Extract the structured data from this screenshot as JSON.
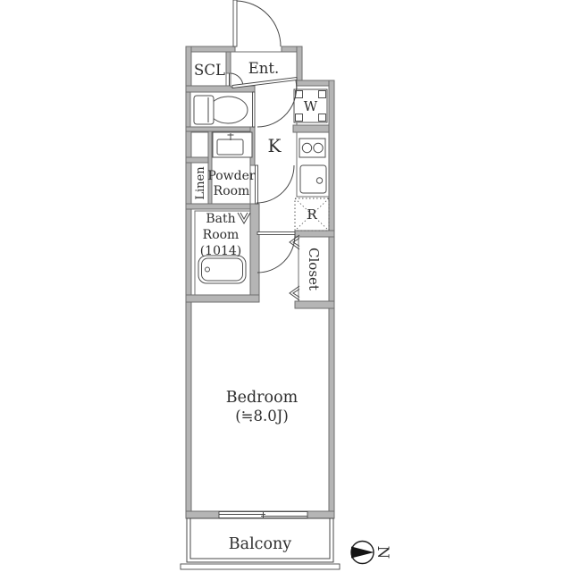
{
  "rooms": {
    "scl": {
      "label": "SCL"
    },
    "entrance": {
      "label": "Ent."
    },
    "kitchen": {
      "label": "K"
    },
    "washer_space": {
      "label": "W"
    },
    "refrigerator_space": {
      "label": "R"
    },
    "powder_room": {
      "line1": "Powder",
      "line2": "Room"
    },
    "linen": {
      "label": "Linen"
    },
    "bath_room": {
      "line1": "Bath",
      "line2": "Room",
      "line3": "(1014)"
    },
    "closet": {
      "label": "Closet"
    },
    "bedroom": {
      "name": "Bedroom",
      "size": "(≒8.0J)"
    },
    "balcony": {
      "label": "Balcony"
    }
  },
  "compass": {
    "letter": "N",
    "direction": "right"
  },
  "icons": [
    "toilet-icon",
    "washbasin-icon",
    "bathtub-icon",
    "stove-icon",
    "kitchen-sink-icon",
    "washer-pan-icon",
    "refrigerator-dashed-box",
    "door-swing-arc",
    "folding-door-chevrons",
    "sliding-window",
    "north-compass-icon"
  ],
  "colors": {
    "background": "#ffffff",
    "wall_fill": "#b5b5b5",
    "wall_stroke": "#6e6e6e",
    "line": "#474747",
    "text": "#2e2e2e"
  }
}
